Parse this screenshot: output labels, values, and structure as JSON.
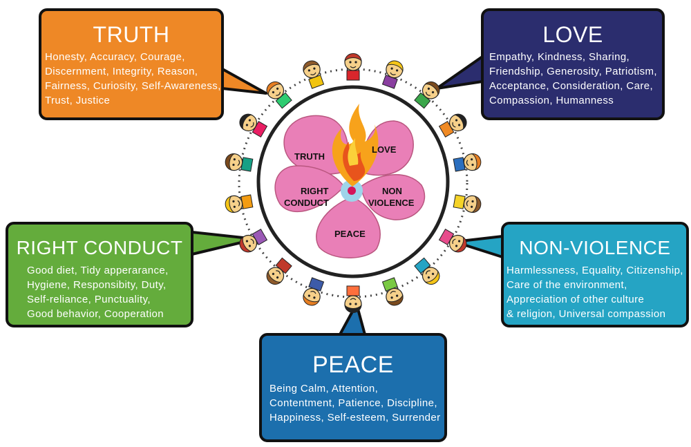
{
  "boxes": {
    "truth": {
      "title": "TRUTH",
      "lines": [
        "Honesty, Accuracy, Courage,",
        "Discernment, Integrity, Reason,",
        "Fairness, Curiosity, Self-Awareness,",
        "Trust, Justice"
      ],
      "color": "#ee8826"
    },
    "love": {
      "title": "LOVE",
      "lines": [
        "Empathy, Kindness, Sharing,",
        "Friendship, Generosity, Patriotism,",
        "Acceptance, Consideration, Care,",
        "Compassion, Humanness"
      ],
      "color": "#2b2d6e"
    },
    "right_conduct": {
      "title": "RIGHT CONDUCT",
      "lines": [
        "Good diet, Tidy apperarance,",
        "Hygiene, Responsibity, Duty,",
        "Self-reliance, Punctuality,",
        "Good behavior, Cooperation"
      ],
      "color": "#64ac3c"
    },
    "non_violence": {
      "title": "NON-VIOLENCE",
      "lines": [
        "Harmlessness, Equality, Citizenship,",
        "Care of the environment,",
        "Appreciation of other culture",
        "& religion, Universal compassion"
      ],
      "color": "#25a4c4"
    },
    "peace": {
      "title": "PEACE",
      "lines": [
        "Being Calm, Attention,",
        "Contentment, Patience, Discipline,",
        "Happiness, Self-esteem, Surrender"
      ],
      "color": "#1c6fad"
    }
  },
  "flower": {
    "petals": {
      "truth": "TRUTH",
      "love": "LOVE",
      "right1": "RIGHT",
      "right2": "CONDUCT",
      "non1": "NON",
      "non2": "VIOLENCE",
      "peace": "PEACE"
    },
    "petal_color": "#e97fb7",
    "flame_colors": [
      "#f7a21b",
      "#e8541c"
    ]
  }
}
